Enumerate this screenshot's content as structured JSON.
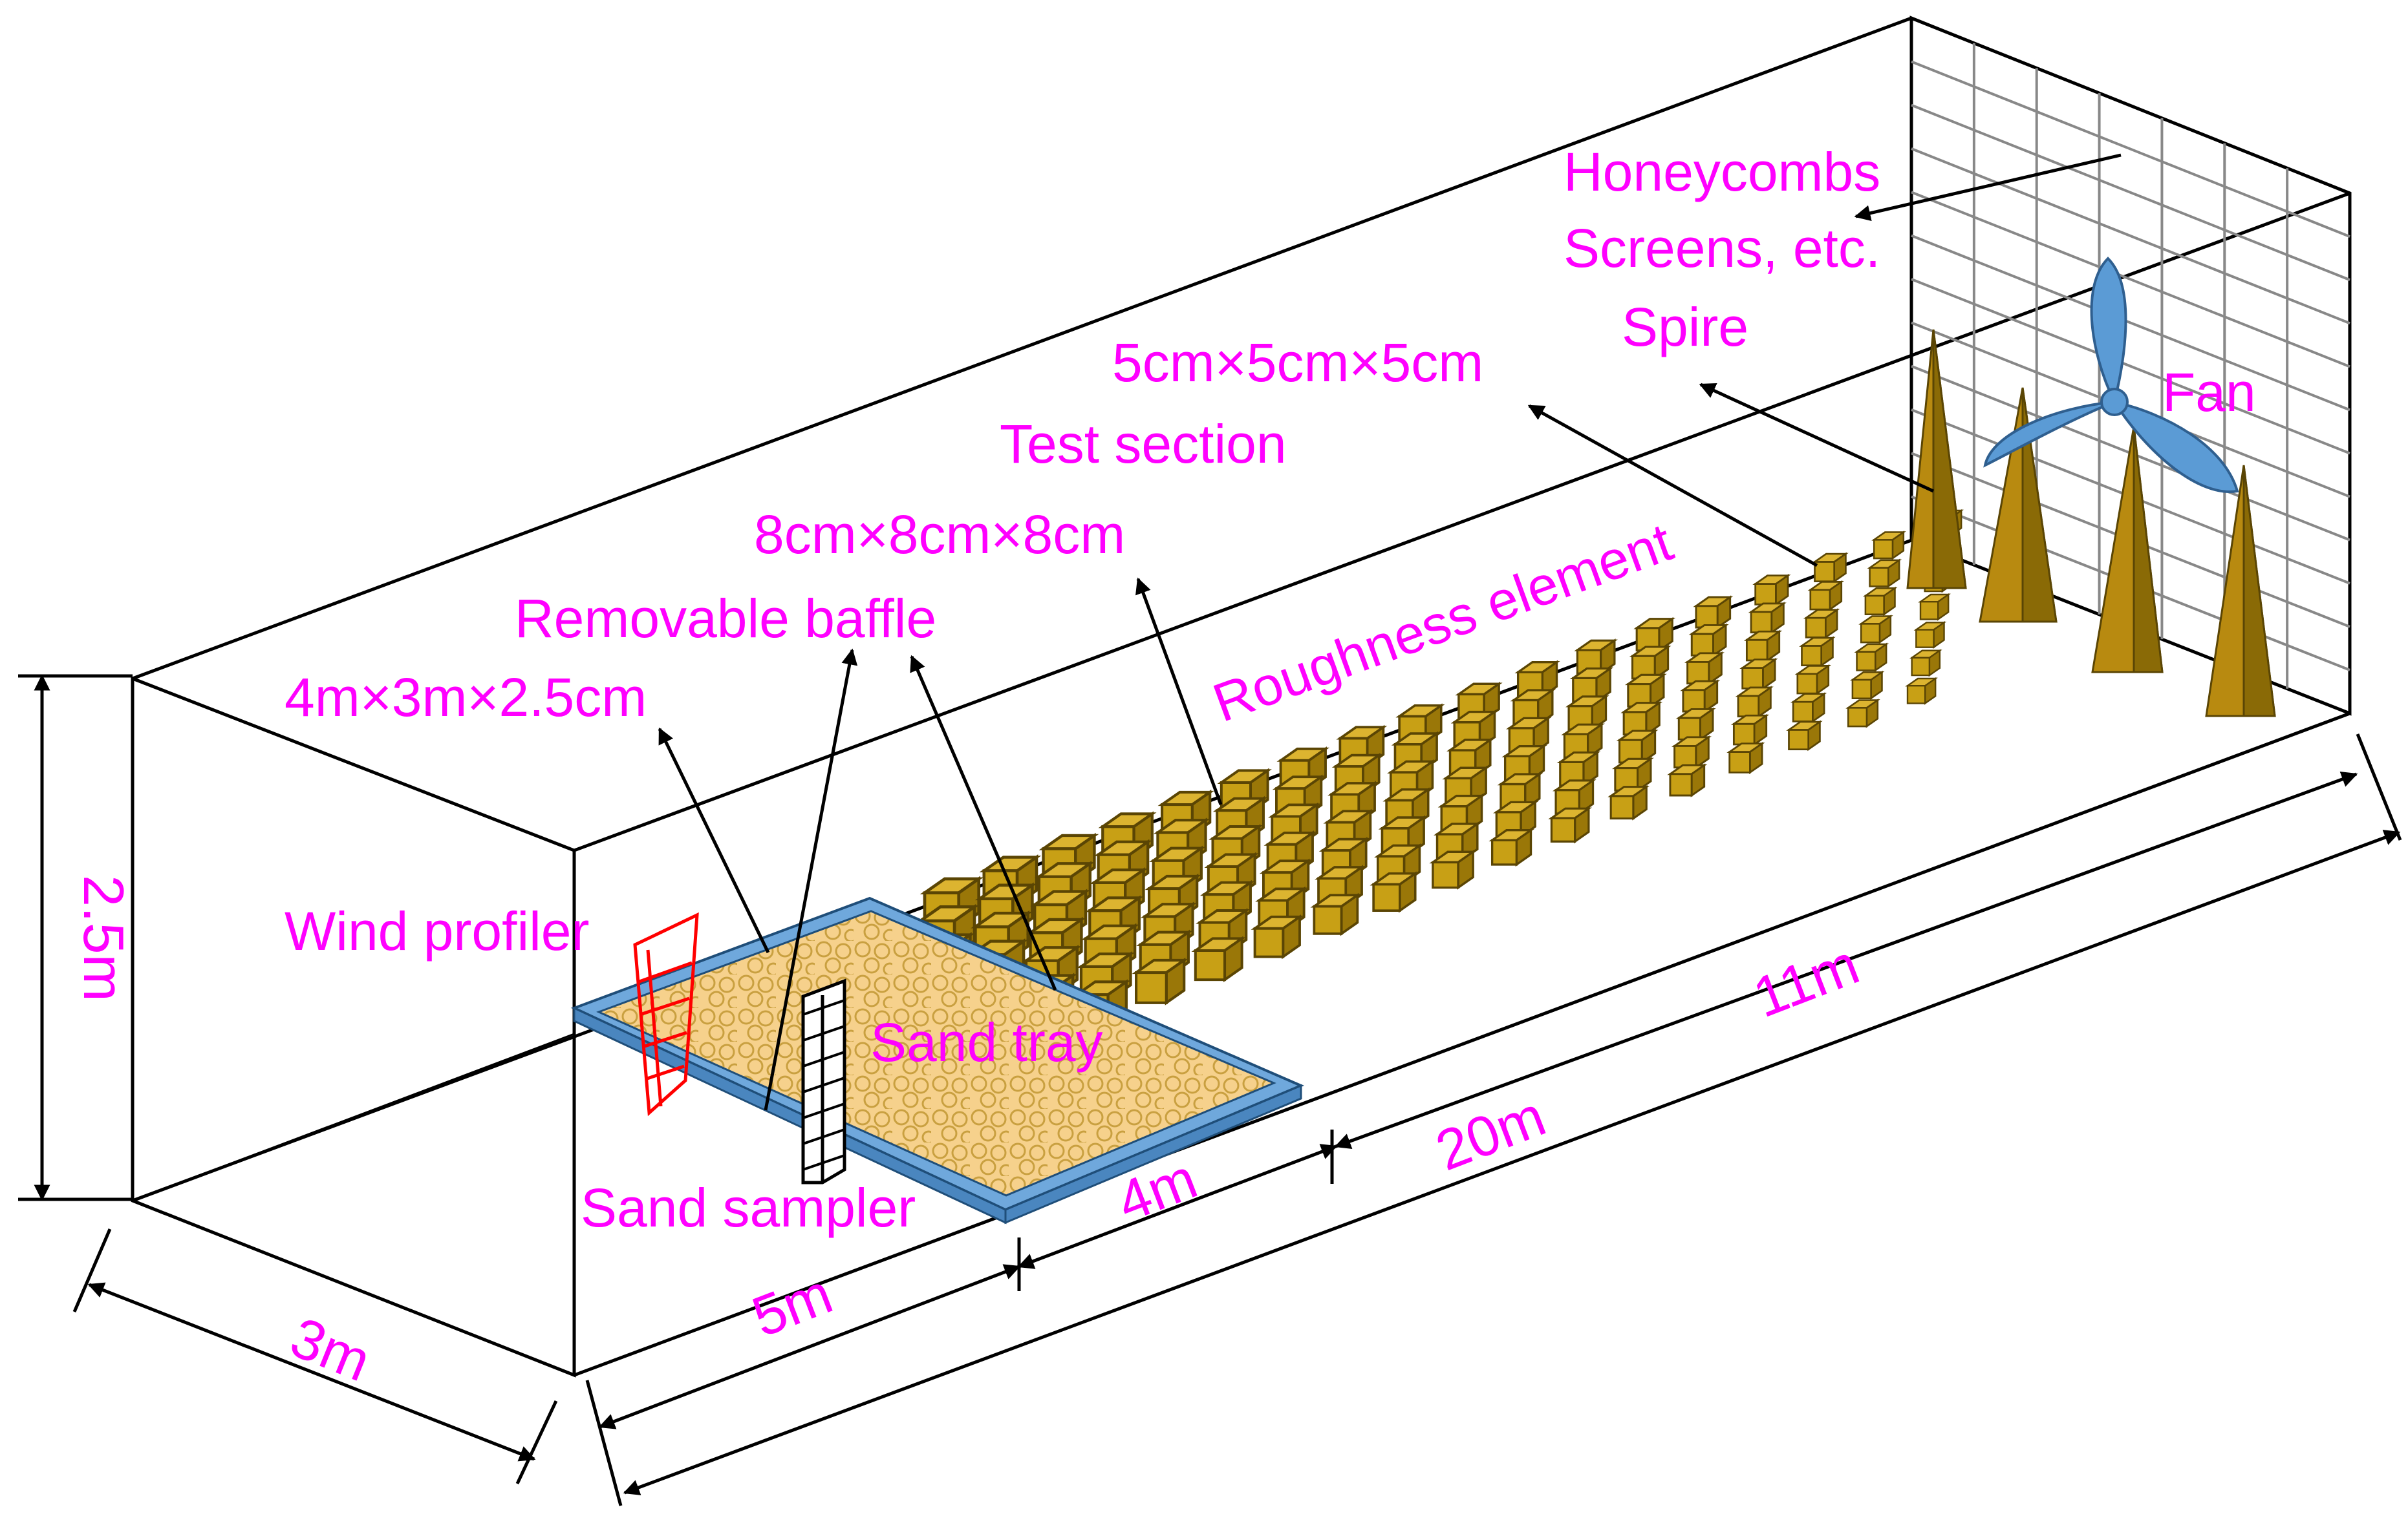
{
  "colors": {
    "label": "#ff00ff",
    "outline": "#000000",
    "roughness_box": "#c8a015",
    "roughness_box_dark": "#8a6a06",
    "sand_tray_frame": "#6fa8dc",
    "sand": "#f6d18c",
    "sand_grain": "#c9a040",
    "fan": "#5b9bd5",
    "wind_profiler": "#ff0000",
    "grid_screen": "#888888"
  },
  "labels": {
    "honeycombs": "Honeycombs",
    "screens": "Screens, etc.",
    "spire": "Spire",
    "fan": "Fan",
    "roughness_size": "5cm×5cm×5cm",
    "test_section": "Test section",
    "baffle_size": "8cm×8cm×8cm",
    "roughness_element": "Roughness element",
    "removable_baffle": "Removable baffle",
    "tray_size": "4m×3m×2.5cm",
    "wind_profiler": "Wind profiler",
    "sand_tray": "Sand tray",
    "sand_sampler": "Sand sampler"
  },
  "dimensions": {
    "height": "2.5m",
    "width": "3m",
    "upstream": "5m",
    "tray_length": "4m",
    "roughness_length": "11m",
    "total_length": "20m"
  },
  "icons": {
    "fan": "three-blade-fan-icon",
    "spire": "spire-cone-icon",
    "roughness": "cube-icon",
    "screen": "honeycomb-grid-icon",
    "profiler": "wind-profiler-icon",
    "sampler": "sand-sampler-ladder-icon"
  }
}
